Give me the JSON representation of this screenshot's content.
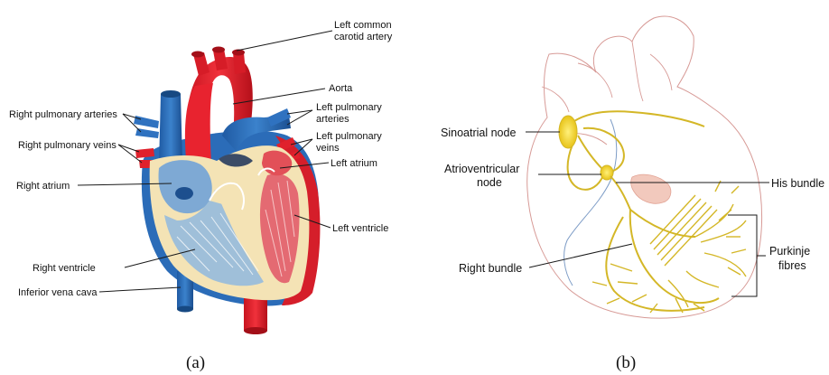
{
  "panel_a": {
    "caption": "(a)",
    "labels": {
      "left_common_carotid_artery_1": "Left common",
      "left_common_carotid_artery_2": "carotid artery",
      "aorta": "Aorta",
      "right_pulmonary_arteries": "Right pulmonary arteries",
      "left_pulmonary_arteries_1": "Left pulmonary",
      "left_pulmonary_arteries_2": "arteries",
      "right_pulmonary_veins": "Right pulmonary veins",
      "left_pulmonary_veins_1": "Left pulmonary",
      "left_pulmonary_veins_2": "veins",
      "left_atrium": "Left atrium",
      "right_atrium": "Right atrium",
      "left_ventricle": "Left ventricle",
      "right_ventricle": "Right ventricle",
      "inferior_vena_cava": "Inferior vena cava"
    }
  },
  "panel_b": {
    "caption": "(b)",
    "labels": {
      "sinoatrial_node": "Sinoatrial node",
      "atrioventricular_node_1": "Atrioventricular",
      "atrioventricular_node_2": "node",
      "his_bundle": "His bundle",
      "purkinje_fibres_1": "Purkinje",
      "purkinje_fibres_2": "fibres",
      "right_bundle": "Right bundle"
    }
  },
  "colors": {
    "artery_red": "#e8232f",
    "vein_blue": "#2b6cb8",
    "chamber_blue": "#9fbfd9",
    "myocardium_cream": "#f4e3b5",
    "chamber_red": "#e46a72",
    "conduction_yellow": "#d4b727",
    "node_yellow": "#f2d21e",
    "outline_pink": "#d79a96",
    "septum_blue": "#7d9cc6"
  }
}
